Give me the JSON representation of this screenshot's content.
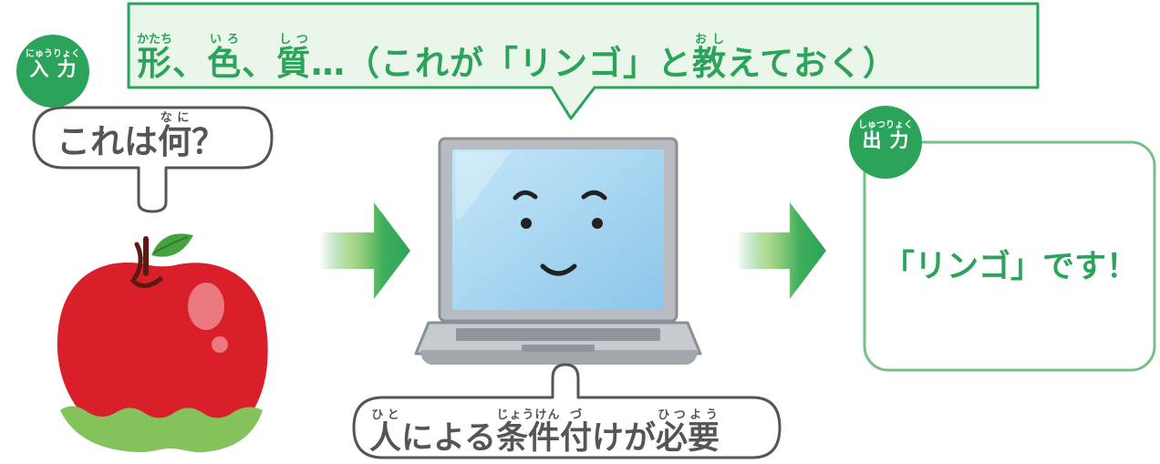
{
  "banner": {
    "text_parts": [
      {
        "base": "形",
        "ruby": "かたち"
      },
      {
        "base": "、",
        "ruby": ""
      },
      {
        "base": "色",
        "ruby": "いろ"
      },
      {
        "base": "、",
        "ruby": ""
      },
      {
        "base": "質",
        "ruby": "しつ"
      },
      {
        "base": "…（これが「リンゴ」と",
        "ruby": ""
      },
      {
        "base": "教",
        "ruby": "おし"
      },
      {
        "base": "えておく）",
        "ruby": ""
      }
    ]
  },
  "input_badge": {
    "ruby": "にゅうりょく",
    "label": "入力"
  },
  "input_speech": {
    "pre": "これは",
    "base": "何",
    "ruby": "なに",
    "post": "？"
  },
  "output_badge": {
    "ruby": "しゅつりょく",
    "label": "出力"
  },
  "output_box": {
    "text": "「リンゴ」です！"
  },
  "bottom_speech": {
    "parts": [
      {
        "base": "人",
        "ruby": "ひと"
      },
      {
        "base": "による",
        "ruby": ""
      },
      {
        "base": "条件",
        "ruby": "じょうけん"
      },
      {
        "base": "付",
        "ruby": "づ"
      },
      {
        "base": "けが",
        "ruby": ""
      },
      {
        "base": "必要",
        "ruby": "ひつよう"
      }
    ]
  },
  "colors": {
    "accent_green": "#2ca35a",
    "banner_bg": "#e9f6e9",
    "apple_red": "#d9202a",
    "apple_bottom": "#84c25b",
    "screen_blue": "#9fd0ee",
    "laptop_gray": "#9aa0a6"
  },
  "icons": [
    "apple-icon",
    "laptop-face-icon",
    "arrow-right-icon"
  ]
}
